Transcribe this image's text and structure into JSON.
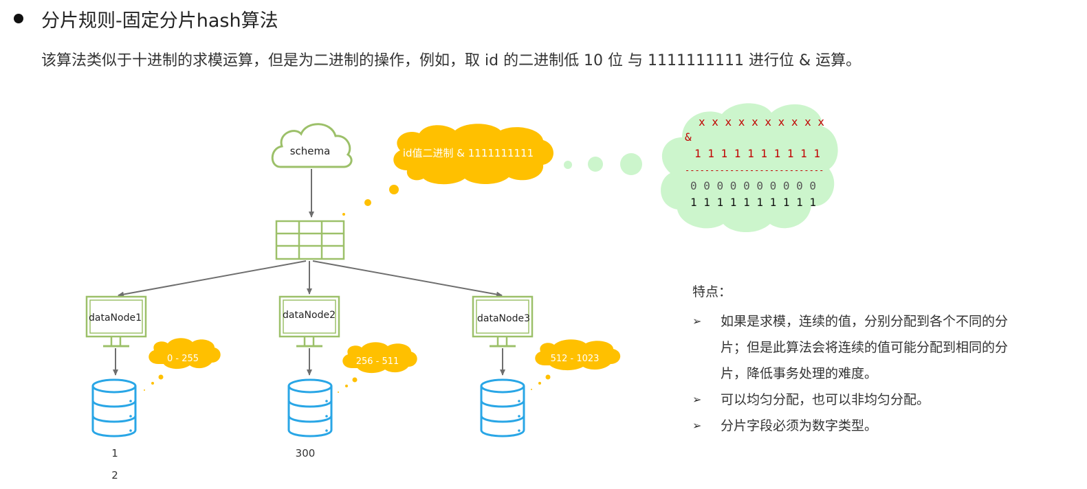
{
  "title": "分片规则-固定分片hash算法",
  "description": "该算法类似于十进制的求模运算，但是为二进制的操作，例如，取 id 的二进制低 10 位 与 1111111111 进行位 & 运算。",
  "diagram": {
    "schema_label": "schema",
    "id_cloud_label": "id值二进制 & 1111111111",
    "nodes": [
      {
        "label": "dataNode1",
        "range": "0 - 255"
      },
      {
        "label": "dataNode2",
        "range": "256 - 511"
      },
      {
        "label": "dataNode3",
        "range": "512 - 1023"
      }
    ],
    "db_values": {
      "db1_line1": "1",
      "db1_line2": "2",
      "db2": "300"
    },
    "binary_cloud": {
      "line1": "x x x x x x x x x x",
      "op": "&",
      "line2": "1 1 1 1 1 1 1 1 1 1",
      "divider": "----------------------------",
      "line3": "0 0 0 0 0 0 0 0 0 0",
      "line4": "1 1 1 1 1 1 1 1 1 1"
    },
    "colors": {
      "green_outline": "#9cc069",
      "orange_cloud": "#ffc000",
      "light_green_cloud": "#ccf5cc",
      "db_blue": "#29a6e6",
      "arrow_gray": "#6e6e6e",
      "red_text": "#c00000"
    }
  },
  "features": {
    "heading": "特点：",
    "items": [
      "如果是求模，连续的值，分别分配到各个不同的分片；但是此算法会将连续的值可能分配到相同的分片，降低事务处理的难度。",
      "可以均匀分配，也可以非均匀分配。",
      "分片字段必须为数字类型。"
    ],
    "bullet_icon": "arrow-bullet-icon"
  }
}
